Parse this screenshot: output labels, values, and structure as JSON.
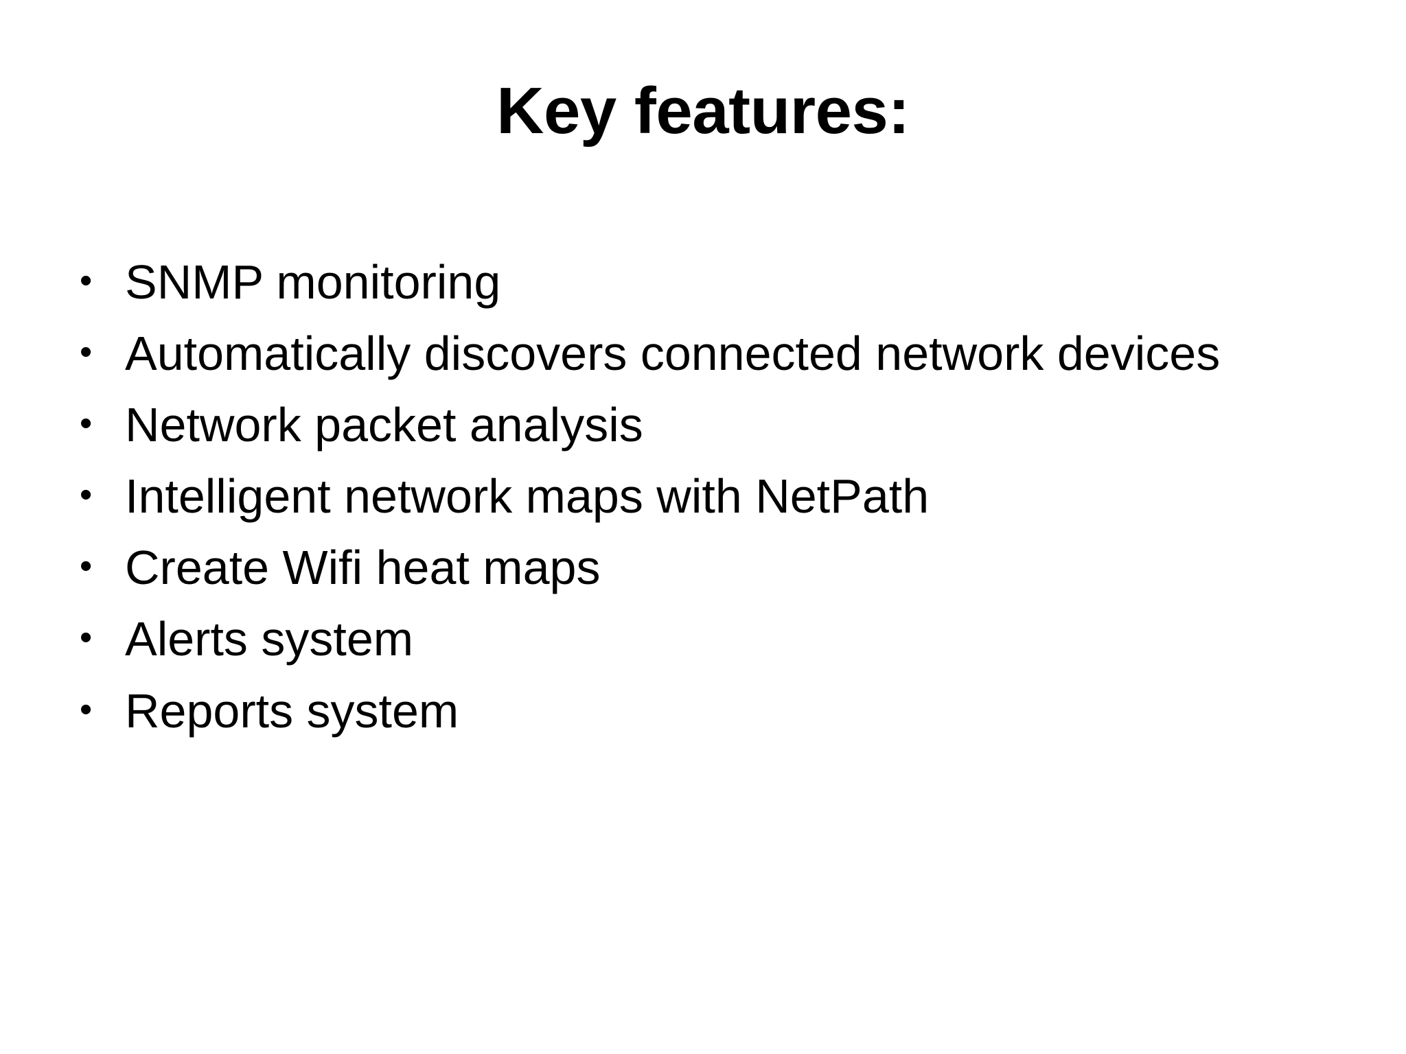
{
  "slide": {
    "title": "Key features:",
    "background_color": "#ffffff",
    "text_color": "#000000",
    "bullet_marker": "•",
    "bullets": [
      {
        "text": "SNMP monitoring"
      },
      {
        "text": "Automatically discovers connected network devices"
      },
      {
        "text": "Network packet analysis"
      },
      {
        "text": "Intelligent network maps with NetPath"
      },
      {
        "text": "Create Wifi heat maps"
      },
      {
        "text": "Alerts system"
      },
      {
        "text": "Reports system"
      }
    ]
  }
}
